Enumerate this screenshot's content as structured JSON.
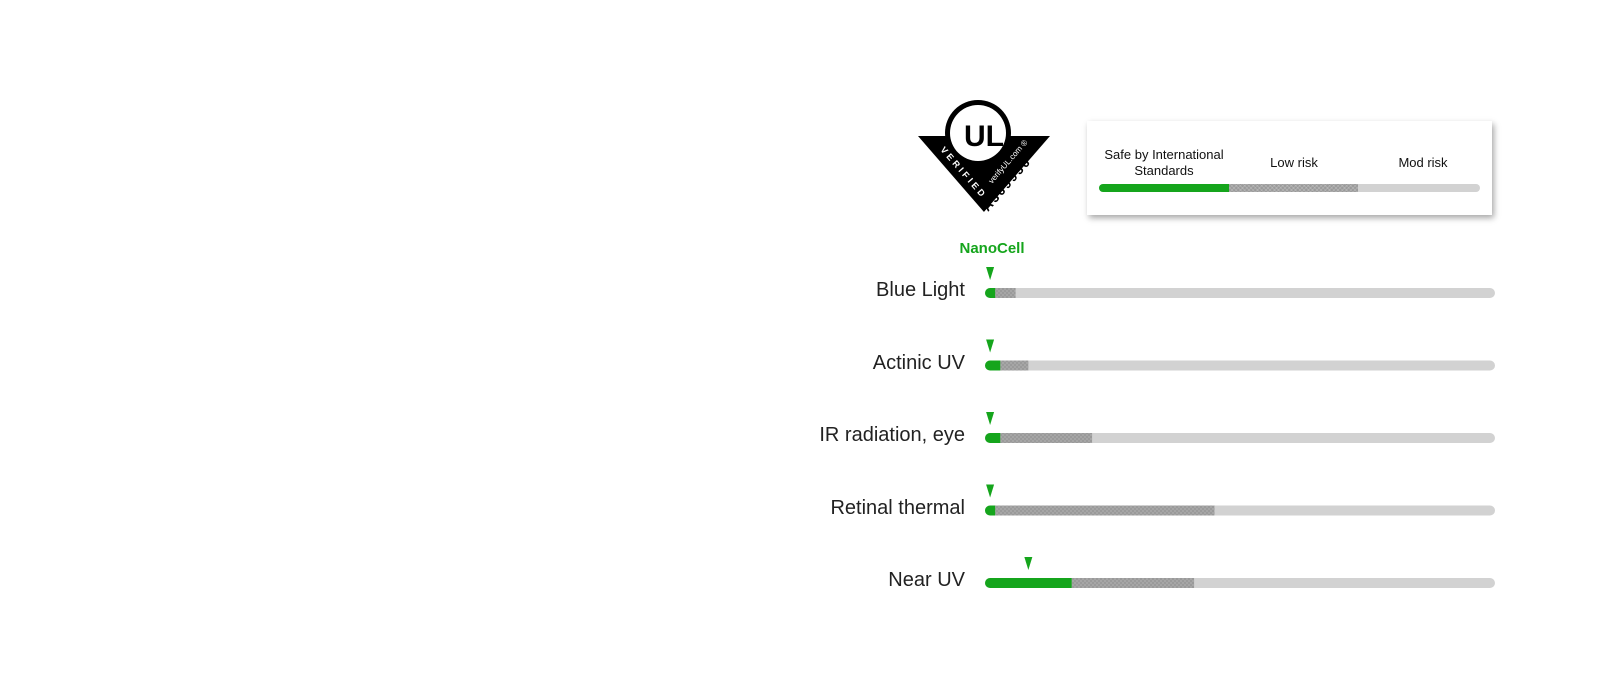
{
  "badge": {
    "top_text": "UL",
    "verified_text": "VERIFIED",
    "site_text": "verifyUL.com ®",
    "code_text": "A369956"
  },
  "legend": {
    "safe_label": "Safe by International Standards",
    "low_label": "Low risk",
    "mod_label": "Mod risk"
  },
  "colors": {
    "safe": "#15a51c",
    "low": "#9a9a9a",
    "mod": "#d2d2d2",
    "marker": "#15a51c"
  },
  "chart_data": {
    "type": "bar",
    "title": "",
    "marker_label": "NanoCell",
    "categories": [
      "Blue Light",
      "Actinic UV",
      "IR radiation, eye",
      "Retinal thermal",
      "Near UV"
    ],
    "scale_max": 100,
    "series": [
      {
        "name": "Safe by International Standards",
        "values": [
          2.0,
          3.0,
          3.0,
          2.0,
          17.0
        ]
      },
      {
        "name": "Low risk",
        "values": [
          6.0,
          8.5,
          21.0,
          45.0,
          41.0
        ]
      },
      {
        "name": "Mod risk",
        "values": [
          100,
          100,
          100,
          100,
          100
        ]
      }
    ],
    "marker_values": [
      1.0,
      1.0,
      1.0,
      1.0,
      8.5
    ]
  }
}
